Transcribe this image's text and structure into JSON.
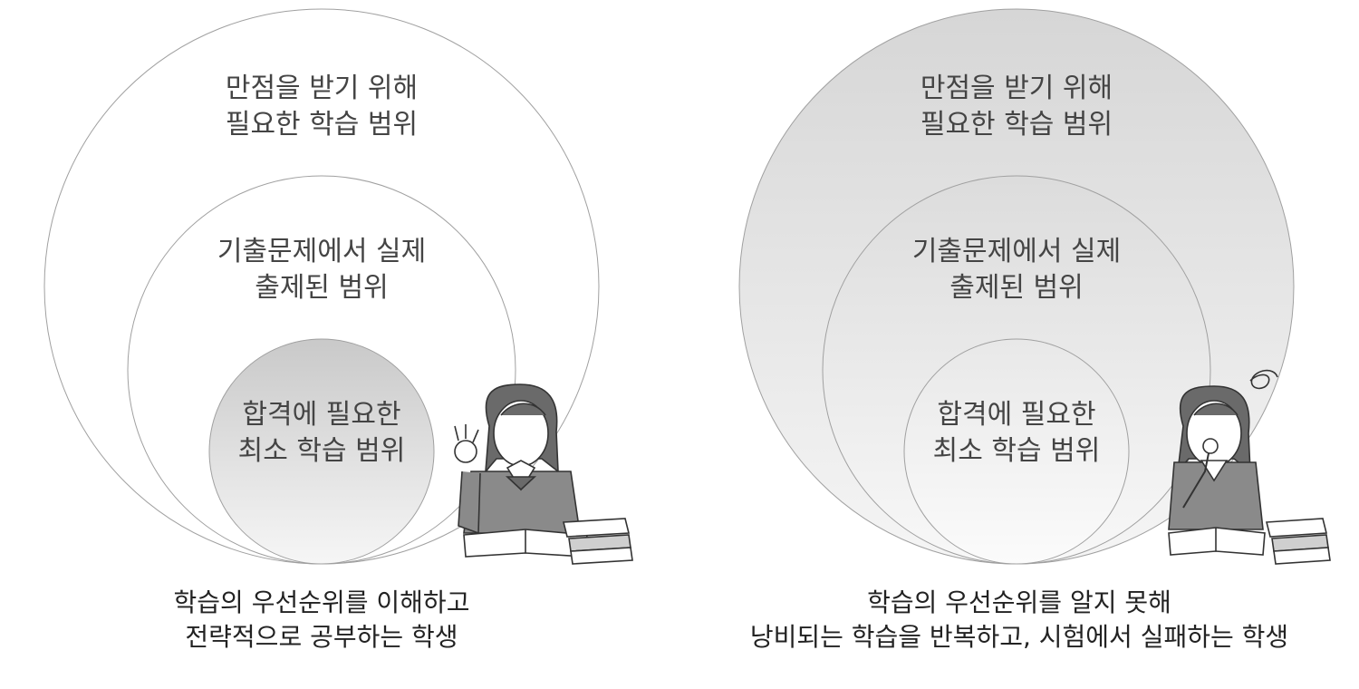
{
  "left": {
    "outer": {
      "line1": "만점을 받기 위해",
      "line2": "필요한 학습 범위"
    },
    "middle": {
      "line1": "기출문제에서 실제",
      "line2": "출제된 범위"
    },
    "inner": {
      "line1": "합격에 필요한",
      "line2": "최소 학습 범위"
    },
    "caption": {
      "line1": "학습의 우선순위를 이해하고",
      "line2": "전략적으로 공부하는 학생"
    },
    "highlighted_circle": "inner"
  },
  "right": {
    "outer": {
      "line1": "만점을 받기 위해",
      "line2": "필요한 학습 범위"
    },
    "middle": {
      "line1": "기출문제에서 실제",
      "line2": "출제된 범위"
    },
    "inner": {
      "line1": "합격에 필요한",
      "line2": "최소 학습 범위"
    },
    "caption": {
      "line1": "학습의 우선순위를 알지 못해",
      "line2": "낭비되는 학습을 반복하고, 시험에서 실패하는 학생"
    },
    "highlighted_circle": "all"
  },
  "colors": {
    "circle_stroke": "#9a9a9a",
    "fill_light": "#f4f4f4",
    "fill_dark": "#cfcfcf",
    "text": "#444444"
  },
  "icons": {
    "left_student": "student-ok-gesture-icon",
    "right_student": "student-confused-icon",
    "books": "book-stack-icon"
  }
}
